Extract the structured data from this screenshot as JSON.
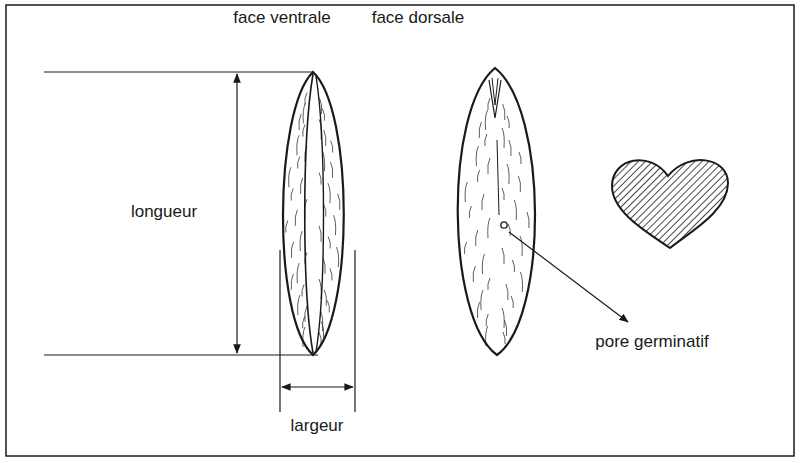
{
  "diagram": {
    "labels": [
      "face ventrale",
      "face dorsale",
      "longueur",
      "largeur",
      "pore germinatif"
    ]
  }
}
